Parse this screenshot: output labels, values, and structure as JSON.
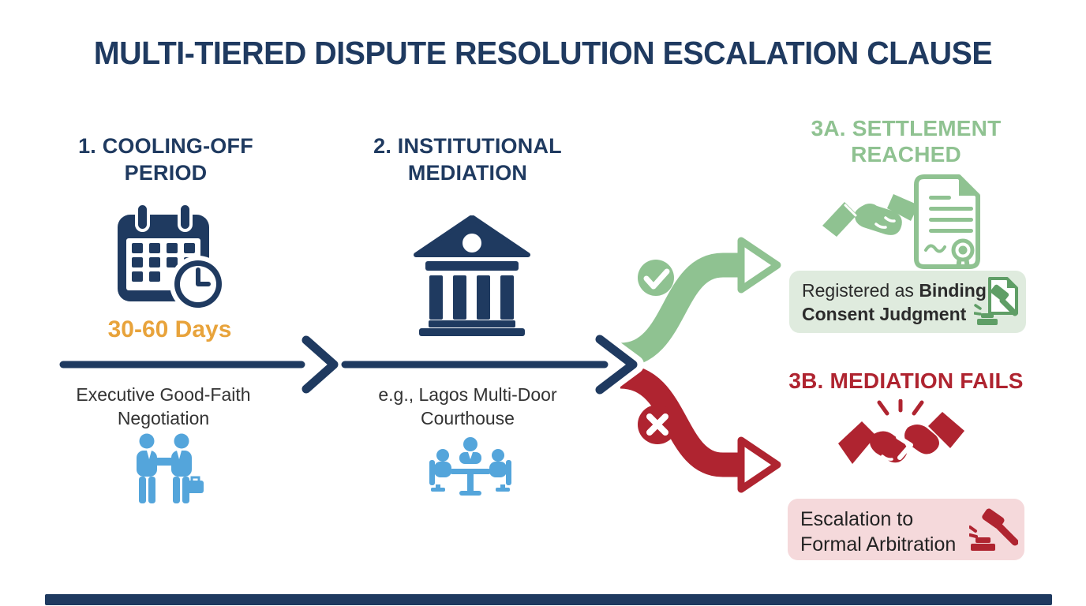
{
  "title": "MULTI-TIERED DISPUTE RESOLUTION ESCALATION CLAUSE",
  "colors": {
    "navy": "#1F3A60",
    "light_blue": "#54A5DB",
    "orange": "#E8A33B",
    "green": "#8FC291",
    "green_dark": "#5F9E66",
    "green_bg": "#DFEBDE",
    "red": "#AF2430",
    "red_bg": "#F5D9DB",
    "text_dark": "#333333"
  },
  "stage1": {
    "heading_lines": [
      "1. COOLING-OFF",
      "PERIOD"
    ],
    "duration": "30-60 Days",
    "description_lines": [
      "Executive Good-Faith",
      "Negotiation"
    ],
    "icons": [
      "calendar-clock-icon",
      "businessmen-handshake-icon"
    ]
  },
  "stage2": {
    "heading_lines": [
      "2. INSTITUTIONAL",
      "MEDIATION"
    ],
    "description_lines": [
      "e.g., Lagos Multi-Door",
      "Courthouse"
    ],
    "icons": [
      "courthouse-icon",
      "mediation-meeting-icon"
    ]
  },
  "outcome_success": {
    "heading_lines": [
      "3A. SETTLEMENT",
      "REACHED"
    ],
    "result": {
      "line1_regular": "Registered as ",
      "line1_bold": "Binding",
      "line2_bold": "Consent Judgment"
    },
    "icons": [
      "handshake-agreement-icon",
      "settlement-certificate-icon",
      "check-circle-icon",
      "gavel-document-icon"
    ]
  },
  "outcome_failure": {
    "heading": "3B. MEDIATION FAILS",
    "result": {
      "line1": "Escalation to",
      "line2": "Formal Arbitration"
    },
    "icons": [
      "broken-handshake-icon",
      "x-circle-icon",
      "gavel-icon"
    ]
  }
}
